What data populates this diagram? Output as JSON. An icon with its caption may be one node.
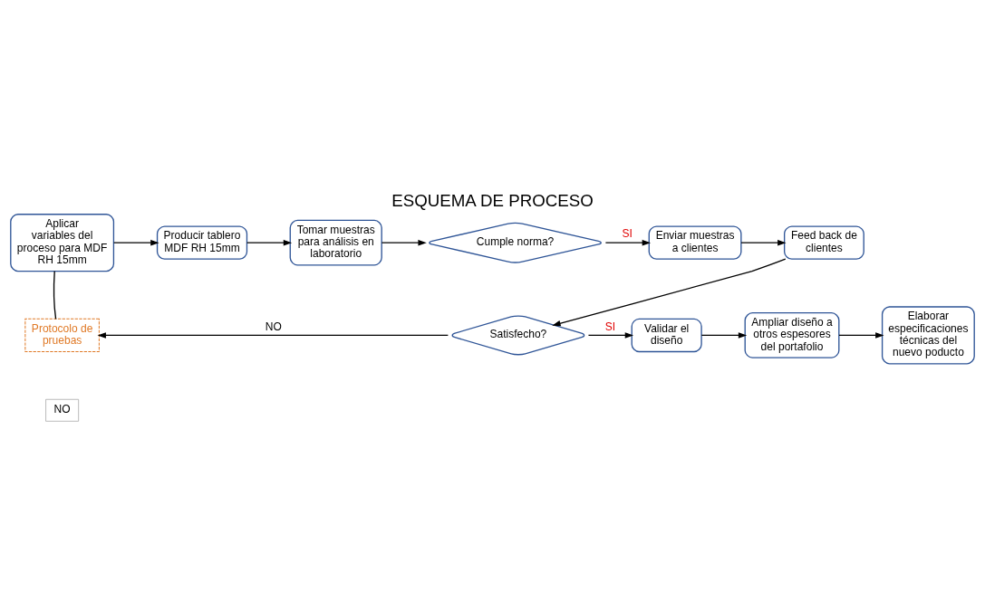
{
  "diagram": {
    "title": "ESQUEMA DE PROCESO",
    "nodes": [
      {
        "text": [
          "Aplicar variables del proceso para MDF RH 15mm"
        ]
      },
      {
        "text": [
          "Producir tablero MDF RH 15mm"
        ]
      },
      {
        "text": [
          "Tomar muestras para análisis en laboratorio"
        ]
      },
      {
        "text": [
          "Cumple norma?"
        ]
      },
      {
        "text": [
          "Enviar muestras a clientes"
        ]
      },
      {
        "text": [
          "Feed back de clientes"
        ]
      },
      {
        "text": [
          "Protocolo de pruebas"
        ]
      },
      {
        "text": [
          "Satisfecho?"
        ]
      },
      {
        "text": [
          "Validar el diseño"
        ]
      },
      {
        "text": [
          "Ampliar diseño a otros espesores del portafolio"
        ]
      },
      {
        "text": [
          "Elaborar especificaciones técnicas del nuevo poducto"
        ]
      }
    ],
    "edges": [
      {
        "from": 0,
        "to": 1,
        "arrow": "to"
      },
      {
        "from": 1,
        "to": 2,
        "arrow": "to"
      },
      {
        "from": 2,
        "to": 3,
        "arrow": "to"
      },
      {
        "from": 3,
        "to": 4,
        "arrow": "to",
        "label": "SI"
      },
      {
        "from": 4,
        "to": 5,
        "arrow": "to"
      },
      {
        "from": 5,
        "to": 7,
        "arrow": "to"
      },
      {
        "from": 7,
        "to": 6,
        "arrow": "to",
        "label": "NO"
      },
      {
        "from": 0,
        "to": 6,
        "arrow": "none"
      },
      {
        "from": 7,
        "to": 8,
        "arrow": "to",
        "label": "SI"
      },
      {
        "from": 8,
        "to": 9,
        "arrow": "to"
      },
      {
        "from": 9,
        "to": 10,
        "arrow": "to"
      }
    ],
    "labels": [
      "NO"
    ]
  }
}
